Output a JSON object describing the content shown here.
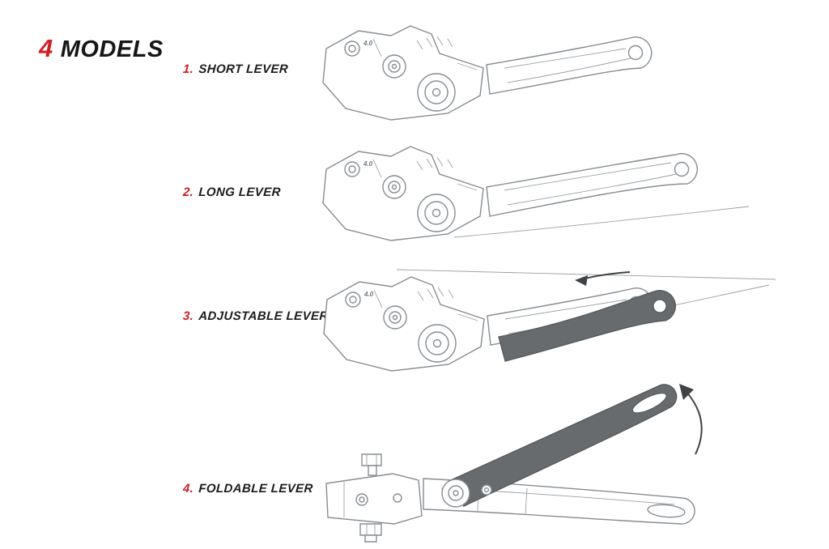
{
  "heading": {
    "number": "4",
    "word": "MODELS"
  },
  "models": [
    {
      "index": "1.",
      "label": "SHORT LEVER"
    },
    {
      "index": "2.",
      "label": "LONG LEVER"
    },
    {
      "index": "3.",
      "label": "ADJUSTABLE LEVER"
    },
    {
      "index": "4.",
      "label": "FOLDABLE LEVER"
    }
  ],
  "illustration": {
    "dial_label": "4.0"
  },
  "colors": {
    "accent_red": "#cf2026",
    "line_gray": "#878d92",
    "dark_fill": "#676b6e",
    "text_black": "#1c1c1c",
    "background": "#ffffff"
  }
}
